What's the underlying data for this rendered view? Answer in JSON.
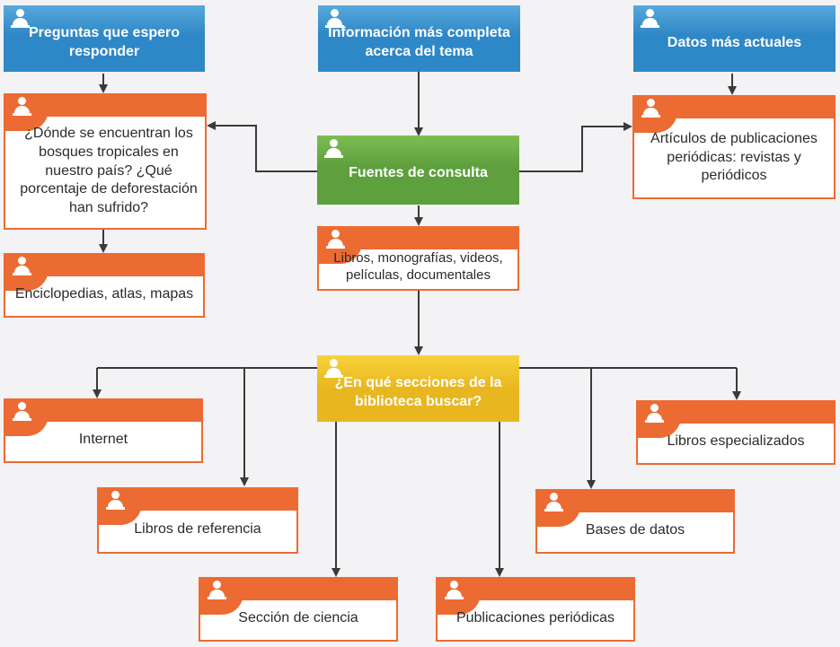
{
  "colors": {
    "blue": "#2e87c6",
    "green": "#5e9f3e",
    "yellow": "#e8b71f",
    "orange": "#ec6b33",
    "arrow": "#3a3a3a"
  },
  "icon": "person-icon",
  "nodes": {
    "preguntas": "Preguntas que espero responder",
    "informacion": "Información más completa acerca del tema",
    "datos": "Datos más actuales",
    "donde": "¿Dónde se encuentran los bosques tropicales en nuestro país? ¿Qué porcentaje de deforestación han sufrido?",
    "fuentes": "Fuentes de consulta",
    "articulos": "Artículos de publicaciones periódicas: revistas y periódicos",
    "libros_mono": "Libros, monografías, videos, películas, documentales",
    "enciclopedias": "Enciclopedias, atlas, mapas",
    "secciones": "¿En qué secciones de la biblioteca buscar?",
    "internet": "Internet",
    "especializados": "Libros especializados",
    "referencia": "Libros de referencia",
    "bases": "Bases de datos",
    "ciencia": "Sección de ciencia",
    "publicaciones": "Publicaciones periódicas"
  }
}
